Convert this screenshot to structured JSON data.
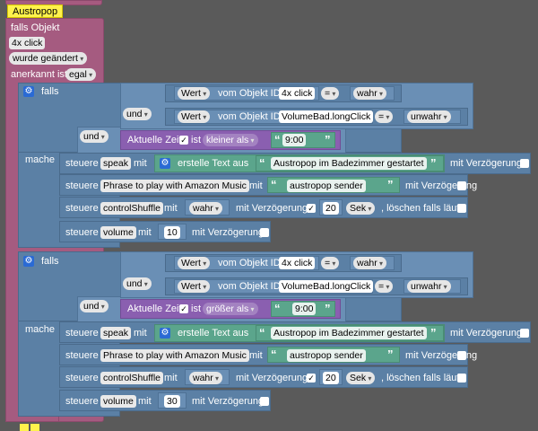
{
  "header": {
    "title": "Austropop"
  },
  "trigger": {
    "label": "falls Objekt",
    "button_event": "4x click",
    "changed": "wurde geändert",
    "ack_prefix": "anerkannt ist",
    "ack_value": "egal"
  },
  "ifblocks": [
    {
      "falls": "falls",
      "mache": "mache",
      "und1": "und",
      "und2": "und",
      "cond1": {
        "wert": "Wert",
        "vom": "vom Objekt ID",
        "obj": "4x click",
        "op": "=",
        "val": "wahr"
      },
      "cond2": {
        "wert": "Wert",
        "vom": "vom Objekt ID",
        "obj": "VolumeBad.longClick",
        "op": "=",
        "val": "unwahr"
      },
      "time": {
        "label": "Aktuelle Zeit",
        "ist": "ist",
        "op": "kleiner als",
        "value": "9:00"
      },
      "stmts": {
        "speak": {
          "steuere": "steuere",
          "obj": "speak",
          "mit": "mit",
          "create": "erstelle Text aus",
          "text": "Austropop im Badezimmer gestartet",
          "delay": "mit Verzögerung"
        },
        "phrase": {
          "steuere": "steuere",
          "obj": "Phrase to play with Amazon Music",
          "mit": "mit",
          "text": "austropop sender",
          "delay": "mit Verzögerung"
        },
        "shuffle": {
          "steuere": "steuere",
          "obj": "controlShuffle",
          "mit": "mit",
          "val": "wahr",
          "delay": "mit Verzögerung",
          "num": "20",
          "unit": "Sek",
          "clear": ", löschen falls läuft"
        },
        "volume": {
          "steuere": "steuere",
          "obj": "volume",
          "mit": "mit",
          "num": "10",
          "delay": "mit Verzögerung"
        }
      }
    },
    {
      "falls": "falls",
      "mache": "mache",
      "und1": "und",
      "und2": "und",
      "cond1": {
        "wert": "Wert",
        "vom": "vom Objekt ID",
        "obj": "4x click",
        "op": "=",
        "val": "wahr"
      },
      "cond2": {
        "wert": "Wert",
        "vom": "vom Objekt ID",
        "obj": "VolumeBad.longClick",
        "op": "=",
        "val": "unwahr"
      },
      "time": {
        "label": "Aktuelle Zeit",
        "ist": "ist",
        "op": "größer als",
        "value": "9:00"
      },
      "stmts": {
        "speak": {
          "steuere": "steuere",
          "obj": "speak",
          "mit": "mit",
          "create": "erstelle Text aus",
          "text": "Austropop im Badezimmer gestartet",
          "delay": "mit Verzögerung"
        },
        "phrase": {
          "steuere": "steuere",
          "obj": "Phrase to play with Amazon Music",
          "mit": "mit",
          "text": "austropop sender",
          "delay": "mit Verzögerung"
        },
        "shuffle": {
          "steuere": "steuere",
          "obj": "controlShuffle",
          "mit": "mit",
          "val": "wahr",
          "delay": "mit Verzögerung",
          "num": "20",
          "unit": "Sek",
          "clear": ", löschen falls läuft"
        },
        "volume": {
          "steuere": "steuere",
          "obj": "volume",
          "mit": "mit",
          "num": "30",
          "delay": "mit Verzögerung"
        }
      }
    }
  ]
}
